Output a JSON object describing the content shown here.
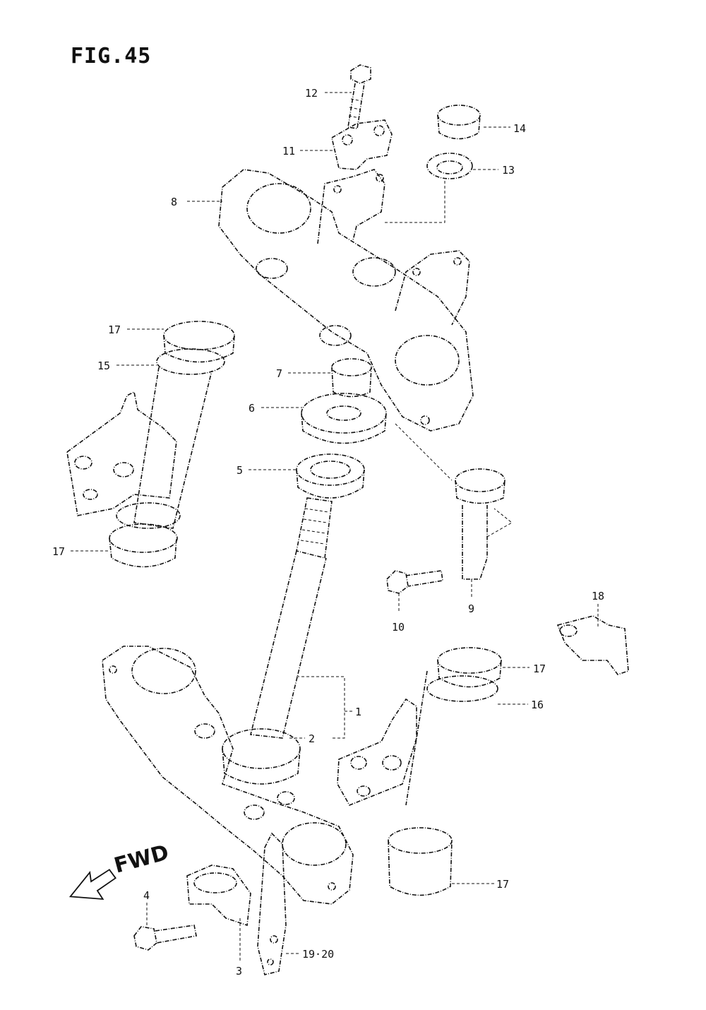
{
  "figure": {
    "title": "FIG.45",
    "direction_label": "FWD"
  },
  "callouts": [
    {
      "id": "c12",
      "text": "12"
    },
    {
      "id": "c11",
      "text": "11"
    },
    {
      "id": "c14",
      "text": "14"
    },
    {
      "id": "c13",
      "text": "13"
    },
    {
      "id": "c8",
      "text": "8"
    },
    {
      "id": "c17a",
      "text": "17"
    },
    {
      "id": "c15",
      "text": "15"
    },
    {
      "id": "c7",
      "text": "7"
    },
    {
      "id": "c6",
      "text": "6"
    },
    {
      "id": "c5",
      "text": "5"
    },
    {
      "id": "c17b",
      "text": "17"
    },
    {
      "id": "c9",
      "text": "9"
    },
    {
      "id": "c10",
      "text": "10"
    },
    {
      "id": "c18",
      "text": "18"
    },
    {
      "id": "c17c",
      "text": "17"
    },
    {
      "id": "c16",
      "text": "16"
    },
    {
      "id": "c1",
      "text": "1"
    },
    {
      "id": "c2",
      "text": "2"
    },
    {
      "id": "c17d",
      "text": "17"
    },
    {
      "id": "c4",
      "text": "4"
    },
    {
      "id": "c3",
      "text": "3"
    },
    {
      "id": "c1920",
      "text": "19·20"
    }
  ]
}
